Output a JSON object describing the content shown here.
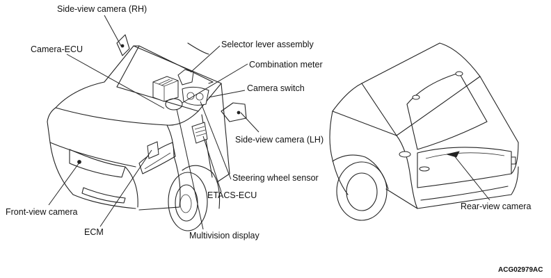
{
  "labels": {
    "side_view_camera_rh": "Side-view camera (RH)",
    "camera_ecu": "Camera-ECU",
    "selector_lever_assembly": "Selector lever assembly",
    "combination_meter": "Combination meter",
    "camera_switch": "Camera switch",
    "side_view_camera_lh": "Side-view camera (LH)",
    "steering_wheel_sensor": "Steering wheel sensor",
    "etacs_ecu": "ETACS-ECU",
    "front_view_camera": "Front-view camera",
    "ecm": "ECM",
    "multivision_display": "Multivision display",
    "rear_view_camera": "Rear-view camera"
  },
  "figure_code": "ACG02979AC"
}
